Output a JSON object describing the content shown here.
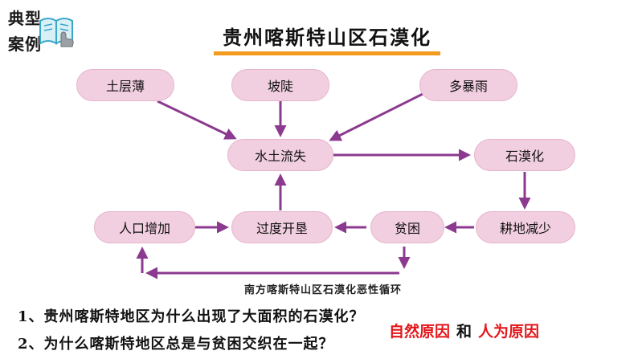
{
  "badge": {
    "line1": "典型",
    "line2": "案例",
    "icon": "book-hand-icon"
  },
  "title": "贵州喀斯特山区石漠化",
  "nodes": {
    "soil_thin": "土层薄",
    "slope_steep": "坡陡",
    "heavy_rain": "多暴雨",
    "soil_erosion": "水土流失",
    "rocky_desertification": "石漠化",
    "population_growth": "人口增加",
    "over_reclamation": "过度开垦",
    "poverty": "贫困",
    "farmland_decrease": "耕地减少"
  },
  "caption": "南方喀斯特山区石漠化恶性循环",
  "questions": {
    "q1": "1、贵州喀斯特地区为什么出现了大面积的石漠化？",
    "q2": "2、为什么喀斯特地区总是与贫困交织在一起？"
  },
  "answer": {
    "natural": "自然原因",
    "join": "和",
    "human": "人为原因"
  },
  "colors": {
    "node_fill": "#f2cfe0",
    "arrow": "#8b3a8f",
    "title_underline": "#f29b1f",
    "answer_red": "#e3161b"
  }
}
